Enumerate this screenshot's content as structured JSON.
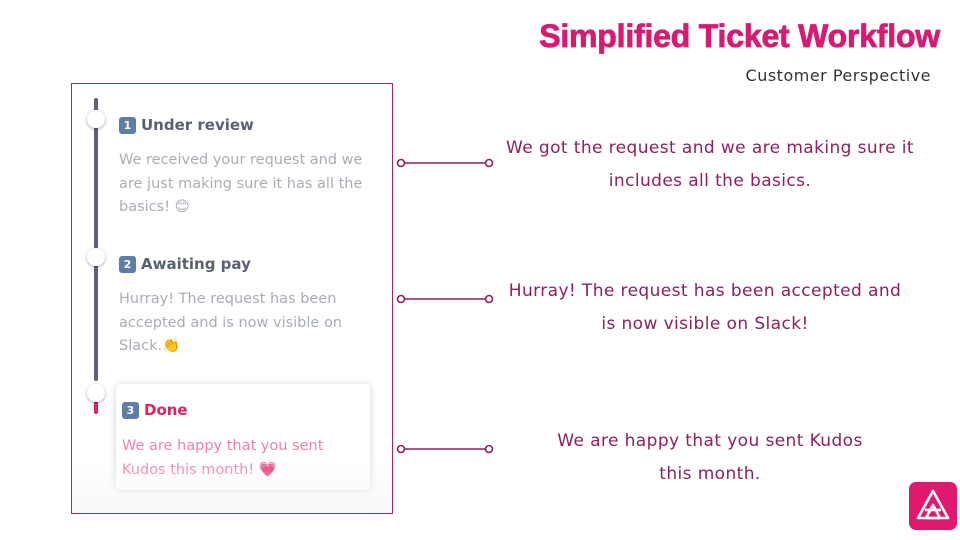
{
  "header": {
    "title": "Simplified Ticket Workflow",
    "subtitle": "Customer Perspective"
  },
  "steps": [
    {
      "number": "1",
      "title": "Under review",
      "description": "We received your request and we are just making sure it has all the basics! 😊"
    },
    {
      "number": "2",
      "title": "Awaiting pay",
      "description": "Hurray! The request has been accepted and is now visible on Slack.👏"
    },
    {
      "number": "3",
      "title": "Done",
      "description": "We are happy that you sent Kudos this month! 💗"
    }
  ],
  "callouts": [
    "We got the request and we are making sure it includes all the basics.",
    "Hurray! The request has been accepted and is now visible on Slack!",
    "We are happy that you sent Kudos this month."
  ],
  "colors": {
    "brand": "#d81b72",
    "callout_text": "#8e1f5e",
    "connector": "#8e1f5e",
    "track": "#5d6275",
    "done_accent": "#e02166"
  },
  "icons": {
    "logo": "triangle-logo-icon"
  }
}
